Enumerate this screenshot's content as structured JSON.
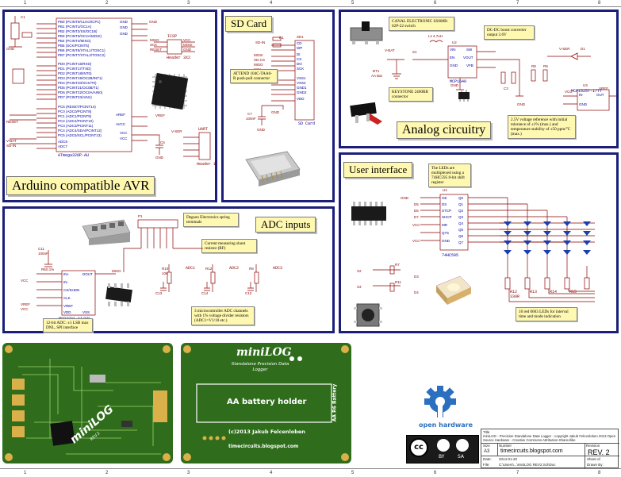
{
  "sheet": {
    "ruler_top": [
      "1",
      "2",
      "3",
      "4",
      "5",
      "6",
      "7",
      "8"
    ],
    "ruler_bottom": [
      "1",
      "2",
      "3",
      "4",
      "5",
      "6",
      "7",
      "8"
    ]
  },
  "panels": {
    "avr": {
      "title": "Arduino compatible AVR",
      "chip_label": "ATmega328P-AU",
      "icsp": "ICSP",
      "header": "Header 3X2",
      "uart": "UART",
      "header1": "Header 1"
    },
    "sdcard": {
      "title": "SD Card",
      "note": "ATTEND 104C-TAA0-R push-pull connector",
      "connector": "SD Card"
    },
    "analog": {
      "title": "Analog circuitry",
      "note_switch": "CANAL ELECTRONIC SS008B-02P-22 switch",
      "note_keystone": "KEYSTONE 2460RB connector",
      "note_boost": "DC-DC boost converter output 3.6V",
      "note_ref": "2.5V voltage reference with initial tolerance of ±1% (max.) and temperature stability of ±50 ppm/°C (max.)",
      "chip1": "MCP1640",
      "chip2": "MCP1525T-I/TT"
    },
    "ui": {
      "title": "User interface",
      "note_leds": "The LEDs are multiplexed using a 74HC595 8-bit shift register",
      "note_leds2": "16 red 0603 LEDs for interval time and mode indication",
      "chip": "74HC595",
      "resistors": [
        "R12",
        "R13",
        "R14",
        "R15"
      ],
      "res_val": "330R"
    },
    "adc": {
      "title": "ADC inputs",
      "note_terminals": "Degson Electronics spring terminals",
      "note_shunt": "Current measuring shunt resistor (RF)",
      "note_divider": "3 microcontroller ADC channels with 1% voltage divider resistors (ADC1=V1/10 etc.)",
      "note_adc": "12-bit ADC: ±1 LSB max DNL, SPI interface",
      "chip": "MCP3201-CI/SN",
      "labels": [
        "ADC1",
        "ADC2",
        "ADC3"
      ]
    }
  },
  "pcb": {
    "back_brand": "miniLOG",
    "front_brand": "miniLOG",
    "front_subtitle": "Standalone Precision Data Logger",
    "front_holder": "AA battery holder",
    "front_side": "AA R6 Battery",
    "front_copy": "(c)2013 Jakub Felcenloben",
    "front_url": "timecircuits.blogspot.com",
    "back_rev": "REV.2"
  },
  "logos": {
    "oshw": "open hardware",
    "cc_by": "BY",
    "cc_sa": "SA",
    "cc": "cc"
  },
  "titleblock": {
    "title_label": "Title",
    "title": "miniLOG - Precision Standalone Data Logger - copyright Jakub Felcenloben 2013 Open Source Hardware - Creative Commons Attribution-ShareAlike",
    "size_label": "Size",
    "size": "A3",
    "number_label": "Number",
    "number": "timecircuits.blogspot.com",
    "revision_label": "Revision",
    "revision": "REV. 2",
    "date_label": "Date:",
    "date": "2014-01-20",
    "file_label": "File:",
    "file": "C:\\Users\\...\\miniLOG REV2.SchDoc",
    "sheet_label": "Sheet of",
    "drawn_label": "Drawn By:"
  }
}
